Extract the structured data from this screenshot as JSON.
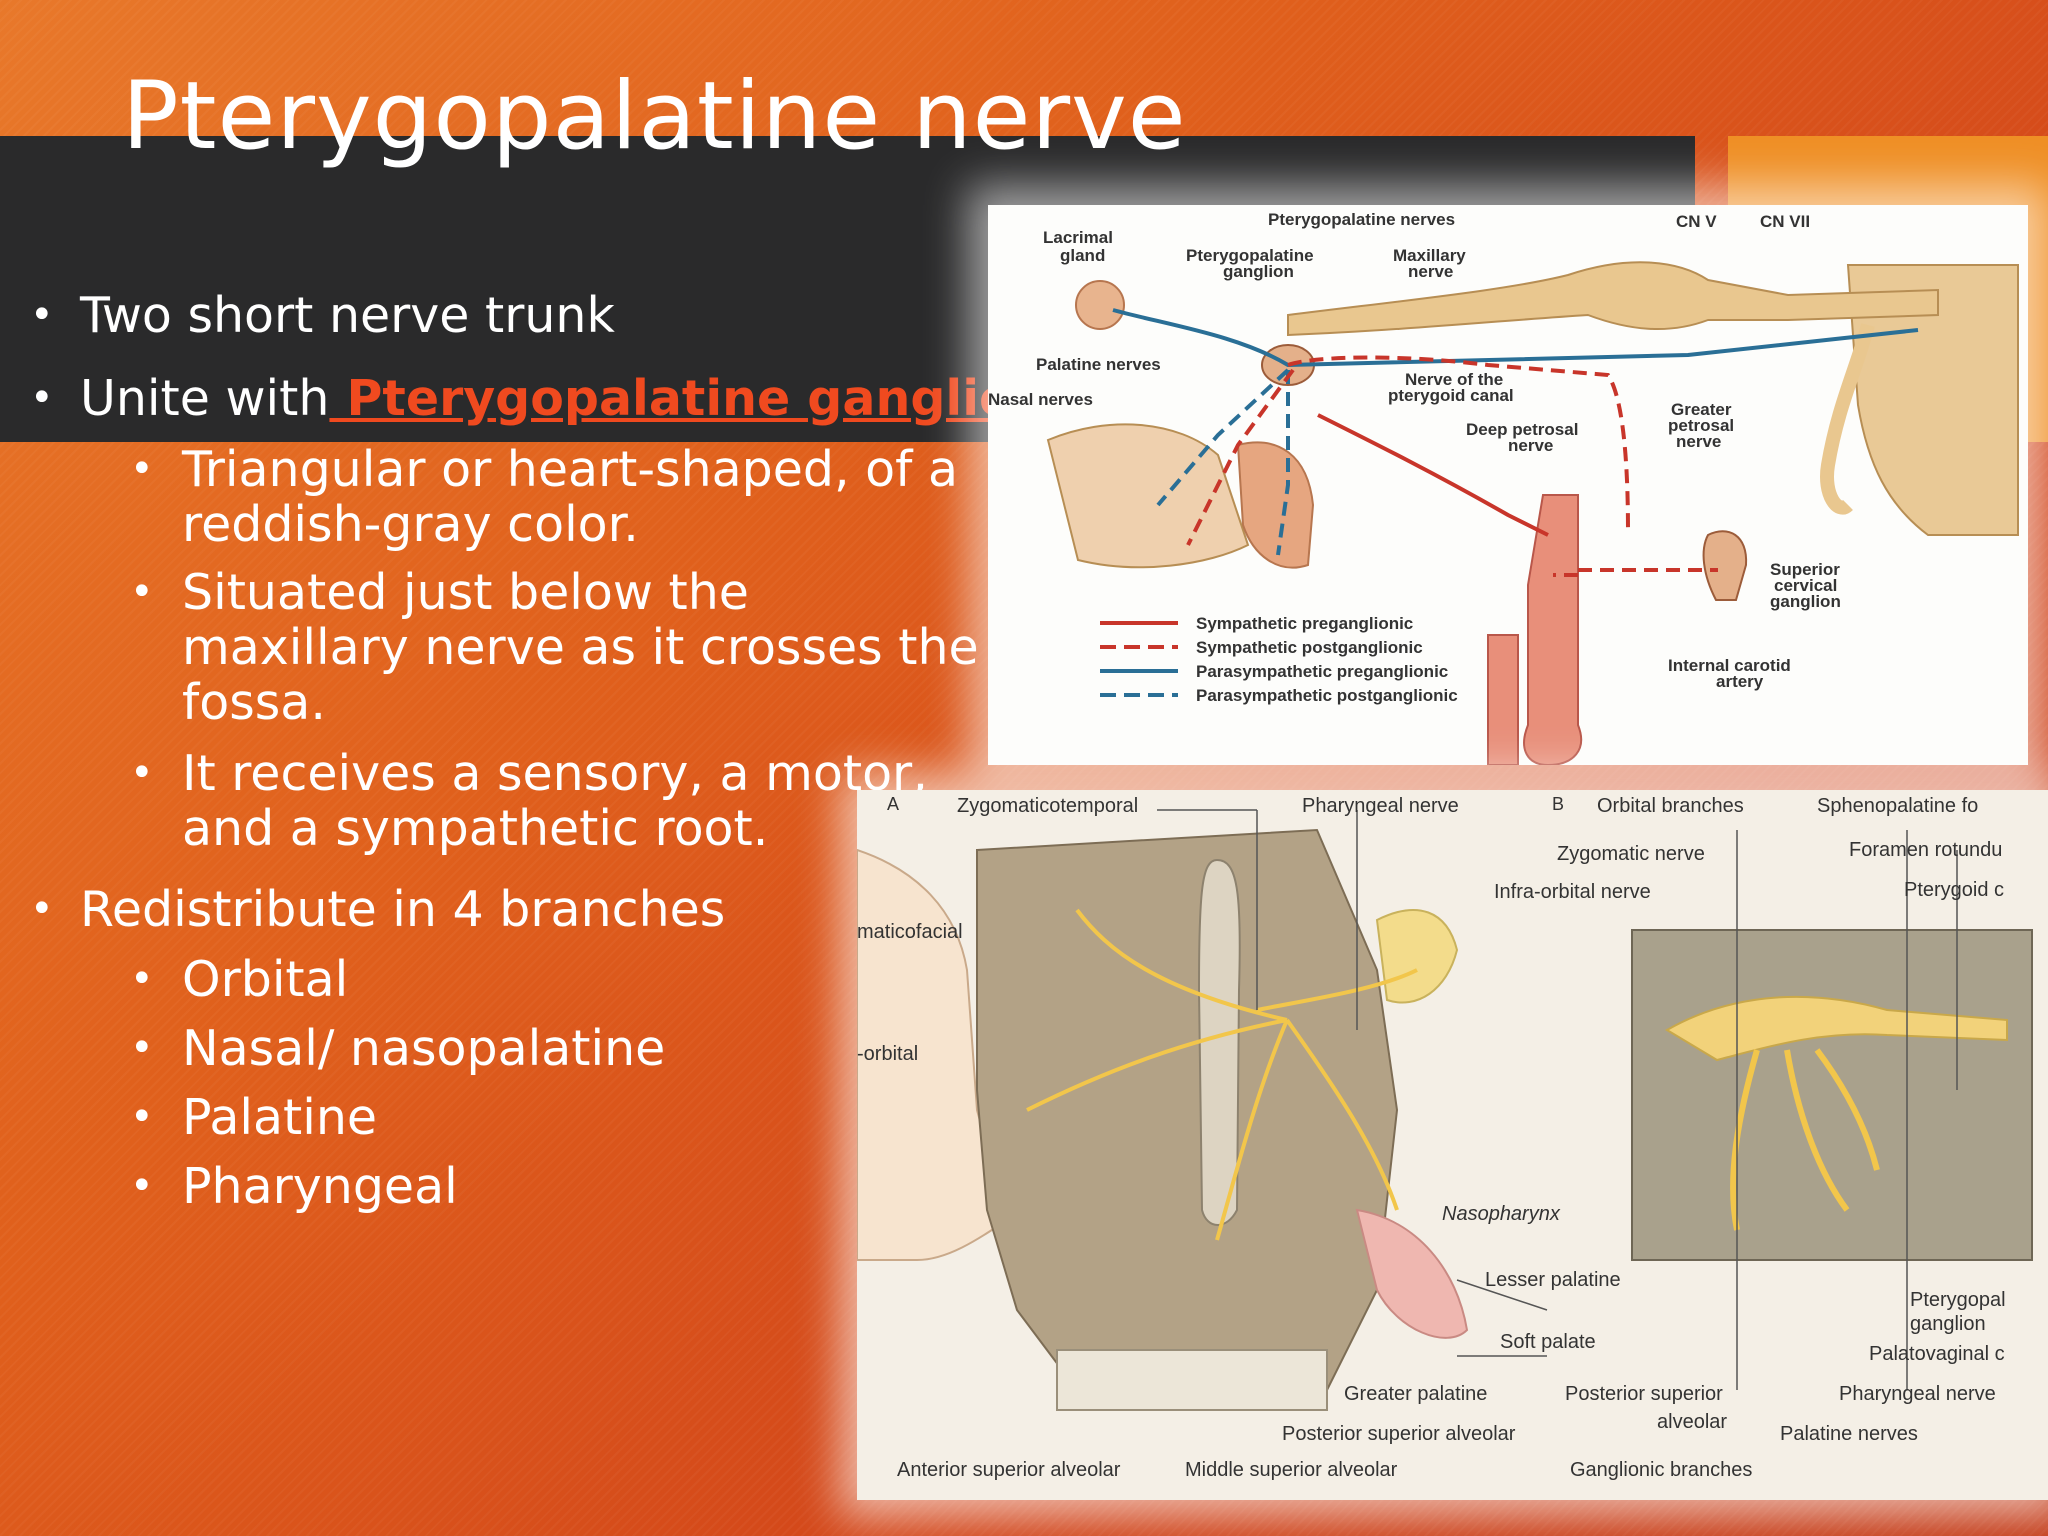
{
  "slide": {
    "title": "Pterygopalatine nerve",
    "bullets": {
      "b1": "Two short nerve trunk",
      "b2_prefix": "Unite with",
      "b2_link": " Pterygopalatine ganglion",
      "b2_1a": "Triangular or heart-shaped, of a",
      "b2_1b": "reddish-gray color.",
      "b2_2a": "Situated just below the",
      "b2_2b": "maxillary nerve as it crosses the",
      "b2_2c": "fossa.",
      "b2_3a": "It receives a sensory, a motor,",
      "b2_3b": "and a sympathetic root.",
      "b3": "Redistribute in 4 branches",
      "b3_1": "Orbital",
      "b3_2": "Nasal/ nasopalatine",
      "b3_3": "Palatine",
      "b3_4": "Pharyngeal"
    }
  },
  "diagram_top": {
    "labels": {
      "ptery_nerves": "Pterygopalatine nerves",
      "cn5": "CN V",
      "cn7": "CN VII",
      "lacrimal1": "Lacrimal",
      "lacrimal2": "gland",
      "ganglion1": "Pterygopalatine",
      "ganglion2": "ganglion",
      "maxillary1": "Maxillary",
      "maxillary2": "nerve",
      "palatine": "Palatine nerves",
      "nasal": "Nasal nerves",
      "canal1": "Nerve of the",
      "canal2": "pterygoid canal",
      "deep1": "Deep petrosal",
      "deep2": "nerve",
      "greater1": "Greater",
      "greater2": "petrosal",
      "greater3": "nerve",
      "scg1": "Superior",
      "scg2": "cervical",
      "scg3": "ganglion",
      "ica1": "Internal carotid",
      "ica2": "artery"
    },
    "legend": [
      "Sympathetic preganglionic",
      "Sympathetic postganglionic",
      "Parasympathetic preganglionic",
      "Parasympathetic postganglionic"
    ],
    "colors": {
      "sympathetic": "#c8352a",
      "parasympathetic": "#2a6f96",
      "nerve_fill": "#e9c78f"
    }
  },
  "diagram_bottom": {
    "labels": {
      "zygotemporal": "Zygomaticotemporal",
      "pharyngeal_top": "Pharyngeal nerve",
      "orbital_branches": "Orbital branches",
      "sphenopalatine": "Sphenopalatine fo",
      "zygomatic": "Zygomatic nerve",
      "foramen": "Foramen rotundu",
      "infraorbital_nerve": "Infra-orbital nerve",
      "pterygoid": "Pterygoid c",
      "zygofacial": "maticofacial",
      "infraorbital": "-orbital",
      "nasopharynx": "Nasopharynx",
      "lesser": "Lesser palatine",
      "soft": "Soft palate",
      "pterygo_g1": "Pterygopal",
      "pterygo_g2": "ganglion",
      "palatovaginal": "Palatovaginal c",
      "greater_pal": "Greater palatine",
      "post_sup1": "Posterior superior",
      "post_sup2": "alveolar",
      "pharyngeal_nerve": "Pharyngeal nerve",
      "post_sup_alv": "Posterior superior alveolar",
      "palatine_nerves": "Palatine nerves",
      "ant_sup": "Anterior superior alveolar",
      "mid_sup": "Middle superior alveolar",
      "ganglionic": "Ganglionic branches",
      "letter_a": "A",
      "letter_b": "B"
    }
  }
}
